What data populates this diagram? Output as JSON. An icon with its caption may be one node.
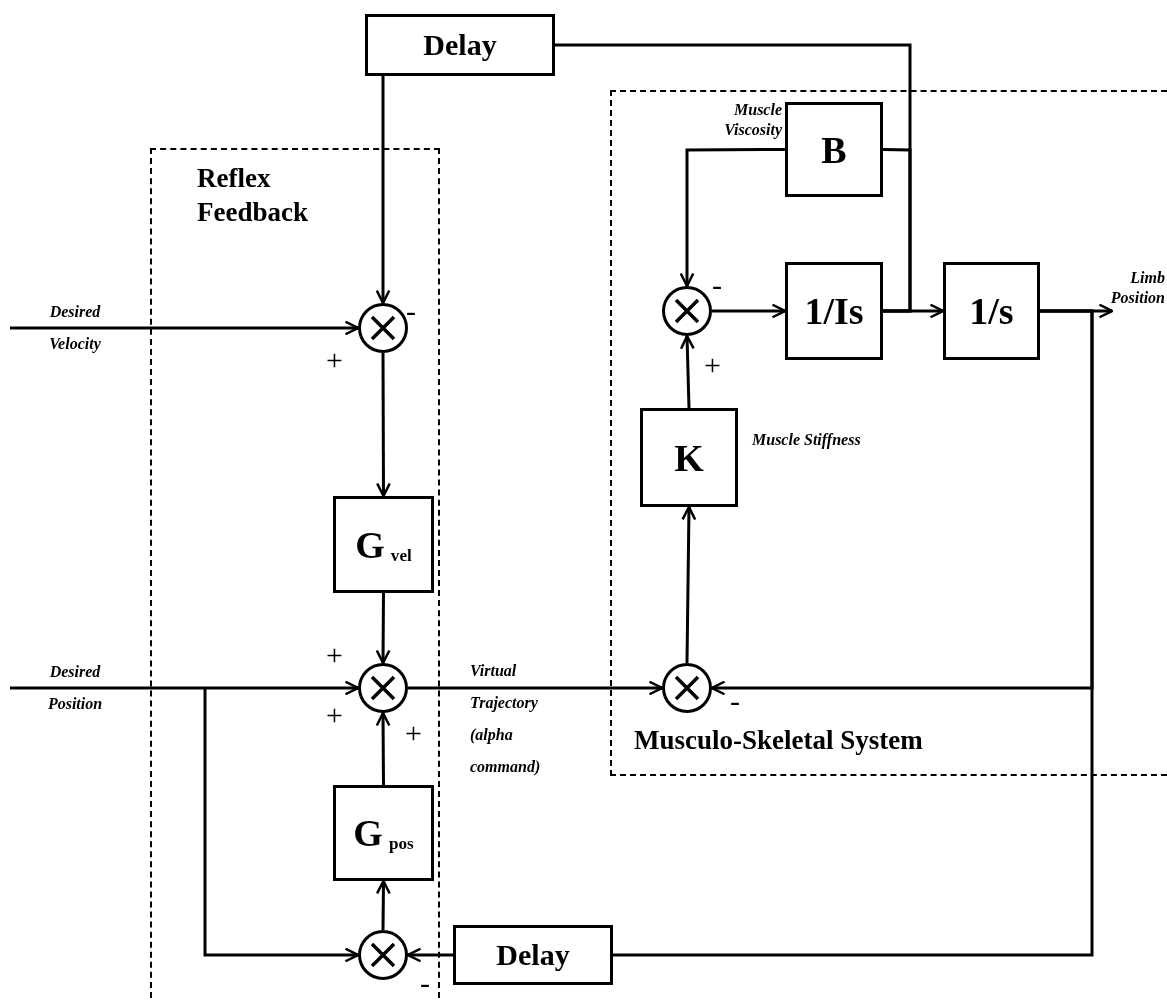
{
  "diagram": {
    "nodes": [
      {
        "text": [
          "Reflex Feedback"
        ]
      },
      {
        "text": [
          "Musculo-Skeletal System"
        ]
      },
      {
        "text": [
          "Delay"
        ]
      },
      {
        "text": [],
        "shape": "circle",
        "in": 0
      },
      {
        "text": [
          "G$_{vel}$"
        ],
        "in": 0
      },
      {
        "text": [],
        "shape": "circle",
        "in": 0
      },
      {
        "text": [
          "G$_{pos}$"
        ],
        "in": 0
      },
      {
        "text": [],
        "shape": "circle",
        "in": 0
      },
      {
        "text": [
          "Delay"
        ]
      },
      {
        "text": [
          "B"
        ],
        "in": 1,
        "beside": [
          "Muscle Viscosity"
        ]
      },
      {
        "text": [],
        "shape": "circle",
        "in": 1
      },
      {
        "text": [
          "1/Is"
        ],
        "in": 1
      },
      {
        "text": [
          "1/s"
        ],
        "in": 1
      },
      {
        "text": [
          "K"
        ],
        "in": 1,
        "beside": [
          "Muscle Stiffness"
        ]
      },
      {
        "text": [],
        "shape": "circle",
        "in": 1
      }
    ],
    "edges": [
      {
        "from": null,
        "to": 3,
        "arrow": "to",
        "label": "Desired Velocity"
      },
      {
        "from": 2,
        "to": 3,
        "arrow": "to"
      },
      {
        "from": 11,
        "to": 2,
        "arrow": "none"
      },
      {
        "from": 11,
        "to": 9,
        "arrow": "none"
      },
      {
        "from": 9,
        "to": 10,
        "arrow": "to"
      },
      {
        "from": 3,
        "to": 4,
        "arrow": "to"
      },
      {
        "from": 4,
        "to": 5,
        "arrow": "to"
      },
      {
        "from": null,
        "to": 5,
        "arrow": "to",
        "label": "Desired Position"
      },
      {
        "from": 5,
        "to": 14,
        "arrow": "to",
        "label": "Virtual Trajectory (alpha command)"
      },
      {
        "from": null,
        "to": 7,
        "arrow": "to"
      },
      {
        "from": 7,
        "to": 6,
        "arrow": "to"
      },
      {
        "from": 6,
        "to": 5,
        "arrow": "to"
      },
      {
        "from": 8,
        "to": 7,
        "arrow": "to"
      },
      {
        "from": 12,
        "to": 8,
        "arrow": "none"
      },
      {
        "from": 12,
        "to": 14,
        "arrow": "to"
      },
      {
        "from": 14,
        "to": 13,
        "arrow": "to"
      },
      {
        "from": 13,
        "to": 10,
        "arrow": "to"
      },
      {
        "from": 10,
        "to": 11,
        "arrow": "to"
      },
      {
        "from": 11,
        "to": 12,
        "arrow": "to"
      },
      {
        "from": 12,
        "to": null,
        "arrow": "to",
        "label": "Limb Position"
      }
    ],
    "labels": [
      "-",
      "-",
      "+",
      "+",
      "+",
      "+",
      "-",
      "+",
      "-"
    ]
  }
}
